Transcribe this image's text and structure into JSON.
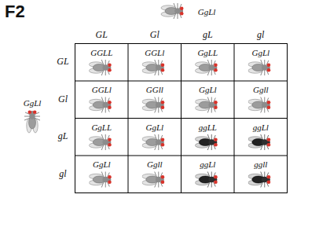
{
  "diagram": {
    "title": "F2",
    "labels": [
      "GgLl",
      "GL",
      "Gl",
      "gL",
      "gl",
      "GgLl",
      "GL",
      "GGLL",
      "GGLl",
      "GgLL",
      "GgLl",
      "Gl",
      "GGLl",
      "GGll",
      "GgLl",
      "Ggll",
      "gL",
      "GgLL",
      "GgLl",
      "ggLL",
      "ggLl",
      "gl",
      "GgLl",
      "Ggll",
      "ggLl",
      "ggll"
    ]
  }
}
